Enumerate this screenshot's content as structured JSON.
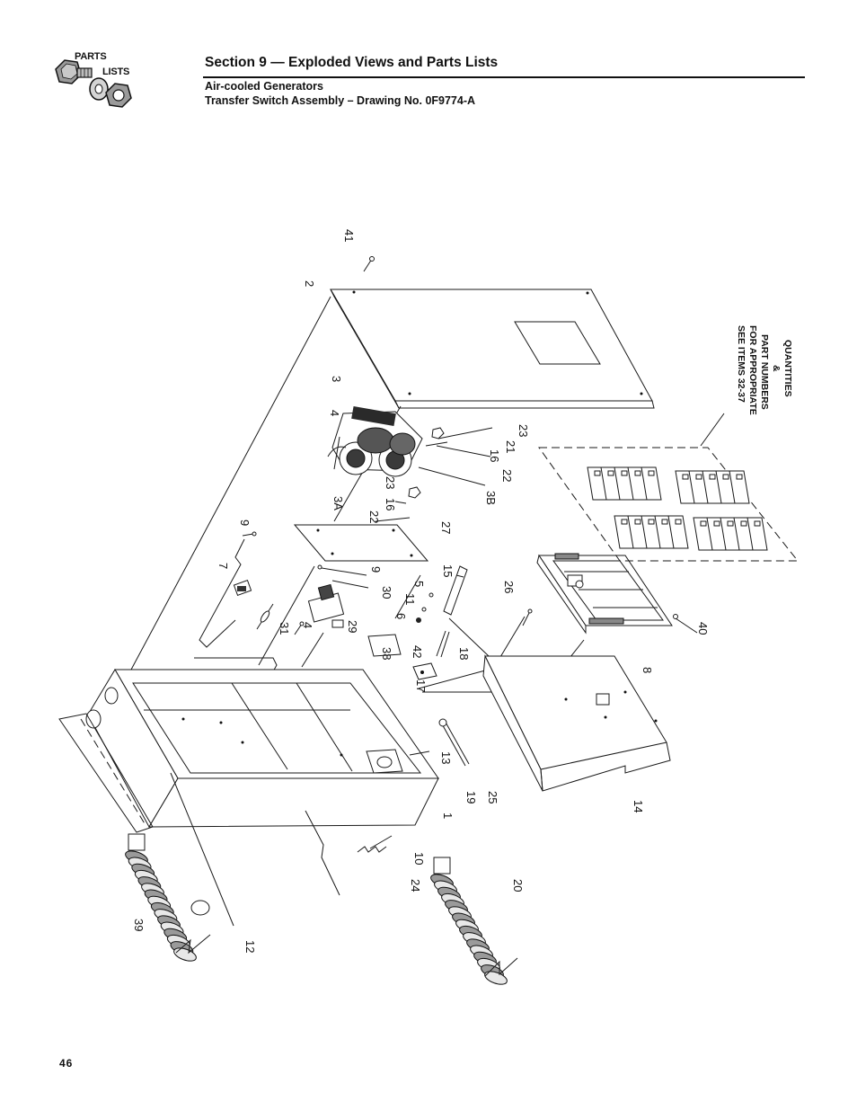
{
  "header": {
    "logo_word1": "PARTS",
    "logo_word2": "LISTS",
    "section_title": "Section 9 — Exploded Views and Parts Lists",
    "subtitle1": "Air-cooled Generators",
    "subtitle2": "Transfer Switch Assembly – Drawing No. 0F9774-A"
  },
  "note": {
    "line1": "SEE ITEMS 32-37",
    "line2": "FOR APPROPRIATE",
    "line3": "PART NUMBERS",
    "line4": "&",
    "line5": "QUANTITIES"
  },
  "callouts": [
    "41",
    "2",
    "3",
    "4",
    "23",
    "21",
    "16",
    "22",
    "3B",
    "23",
    "16",
    "22",
    "3A",
    "27",
    "9",
    "7",
    "9",
    "30",
    "15",
    "5",
    "11",
    "6",
    "26",
    "31",
    "4",
    "29",
    "42",
    "38",
    "18",
    "17",
    "40",
    "8",
    "13",
    "19",
    "25",
    "1",
    "10",
    "24",
    "14",
    "20",
    "39",
    "12"
  ],
  "page_number": "46"
}
